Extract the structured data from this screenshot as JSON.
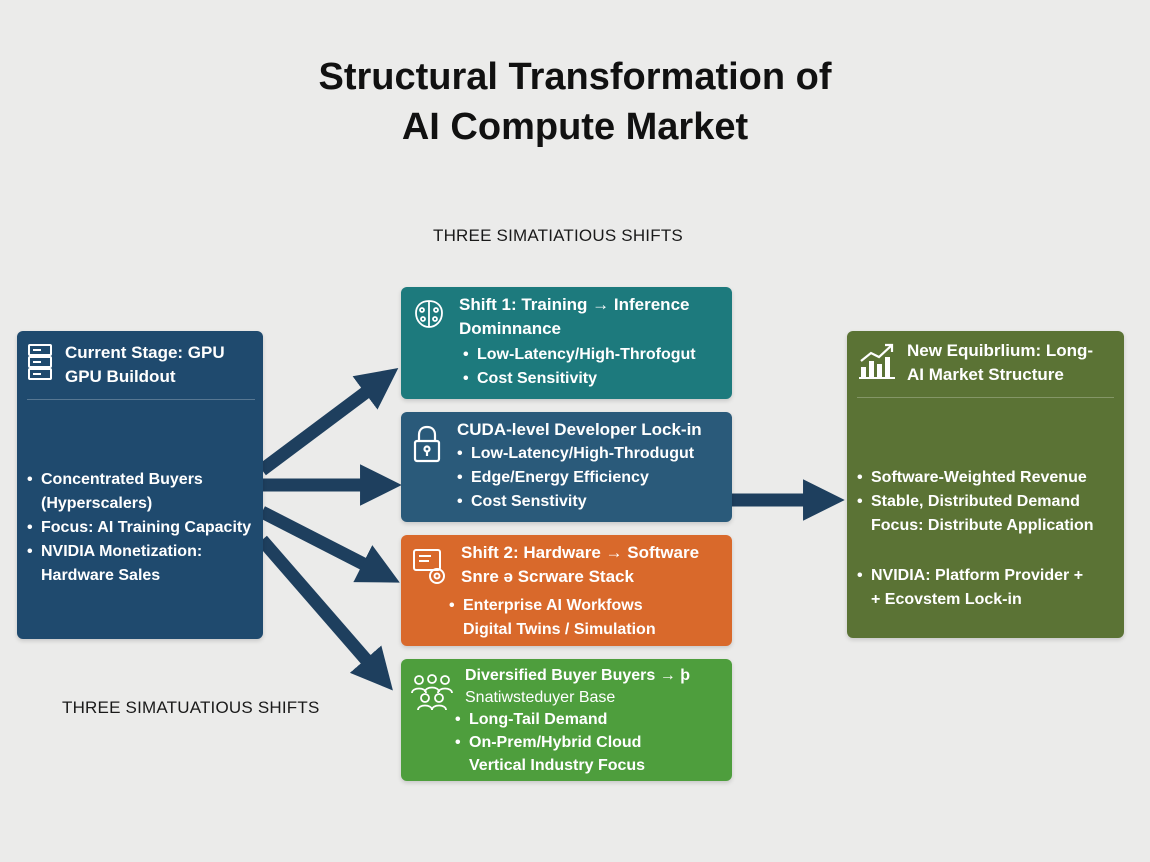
{
  "title_line1": "Structural Transformation of",
  "title_line2": "AI Compute Market",
  "shifts_label_top": "THREE SIMATIATIOUS SHIFTS",
  "shifts_label_bottom": "THREE SIMATUATIOUS SHIFTS",
  "colors": {
    "navy": "#1f4a6e",
    "teal": "#1d7a7d",
    "slate": "#2a5a7a",
    "orange": "#d9692b",
    "green": "#4e9e3d",
    "olive": "#5b7335",
    "arrow": "#1e3f5e",
    "background": "#ebebea"
  },
  "current": {
    "icon": "server-icon",
    "heading1": "Current Stage: GPU",
    "heading2": "GPU Buildout",
    "items": [
      "Concentrated Buyers",
      "(Hyperscalers)",
      "Focus: AI Training Capacity",
      "NVIDIA Monetization:",
      "Hardware Sales"
    ]
  },
  "shift1": {
    "icon": "brain-circuit-icon",
    "heading1": "Shift 1: Training → Inference",
    "heading2": "Dominnance",
    "items": [
      "Low-Latency/High-Throfogut",
      "Cost Sensitivity"
    ]
  },
  "lockin": {
    "icon": "lock-icon",
    "heading": "CUDA-level Developer Lock-in",
    "items": [
      "Low-Latency/High-Throdugut",
      "Edge/Energy Efficiency",
      "Cost Senstivity"
    ]
  },
  "shift2": {
    "icon": "software-gear-icon",
    "heading1": "Shift 2: Hardware → Software",
    "heading2": "Snre ə Scrware Stack",
    "items": [
      "Enterprise AI Workfows",
      "Digital Twins / Simulation"
    ]
  },
  "diversified": {
    "icon": "people-group-icon",
    "heading1": "Diversified Buyer Buyers → þ",
    "heading2": "Snatiwsteduyer Base",
    "items": [
      "Long-Tail Demand",
      "On-Prem/Hybrid Cloud",
      "Vertical Industry Focus"
    ]
  },
  "equilibrium": {
    "icon": "growth-chart-icon",
    "heading1": "New Equibrlium: Long-",
    "heading2": "AI Market Structure",
    "items": [
      "Software-Weighted Revenue",
      "Stable, Distributed Demand",
      "Focus: Distribute Application",
      "NVIDIA: Platform Provider +",
      "+ Ecovstem Lock-in"
    ]
  }
}
